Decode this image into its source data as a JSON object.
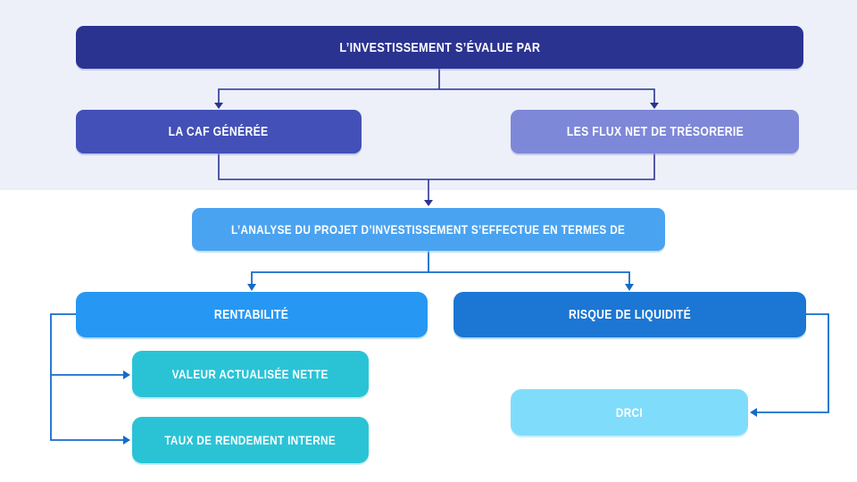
{
  "diagram": {
    "nodes": {
      "investissement": {
        "label": "L’investissement s’évalue par"
      },
      "caf": {
        "label": "La CAF générée"
      },
      "flux": {
        "label": "Les flux net de trésorerie"
      },
      "analyse": {
        "label": "L’analyse du projet d’investissement s’effectue en termes de"
      },
      "rentabilite": {
        "label": "Rentabilité"
      },
      "risque": {
        "label": "Risque de liquidité"
      },
      "van": {
        "label": "Valeur actualisée nette"
      },
      "tri": {
        "label": "Taux de rendement interne"
      },
      "drci": {
        "label": "DRCI"
      }
    },
    "edges": [
      {
        "from": "investissement",
        "to": "caf"
      },
      {
        "from": "investissement",
        "to": "flux"
      },
      {
        "from": "caf",
        "to": "analyse"
      },
      {
        "from": "flux",
        "to": "analyse"
      },
      {
        "from": "analyse",
        "to": "rentabilite"
      },
      {
        "from": "analyse",
        "to": "risque"
      },
      {
        "from": "rentabilite",
        "to": "van"
      },
      {
        "from": "rentabilite",
        "to": "tri"
      },
      {
        "from": "risque",
        "to": "drci"
      }
    ]
  },
  "colors": {
    "canvas": "#ffffff",
    "band": "#edf0f9",
    "text": "#ffffff",
    "line-dark": "#2b3391",
    "line-blue": "#146bcb",
    "node-investissement": "#2b3391",
    "node-caf": "#4350b7",
    "node-flux": "#7e88d8",
    "node-analyse": "#4aa3f1",
    "node-rentabilite": "#2697f3",
    "node-risque": "#1c76d3",
    "node-van": "#2ac3d6",
    "node-tri": "#2ac3d6",
    "node-drci": "#80dcfb"
  }
}
